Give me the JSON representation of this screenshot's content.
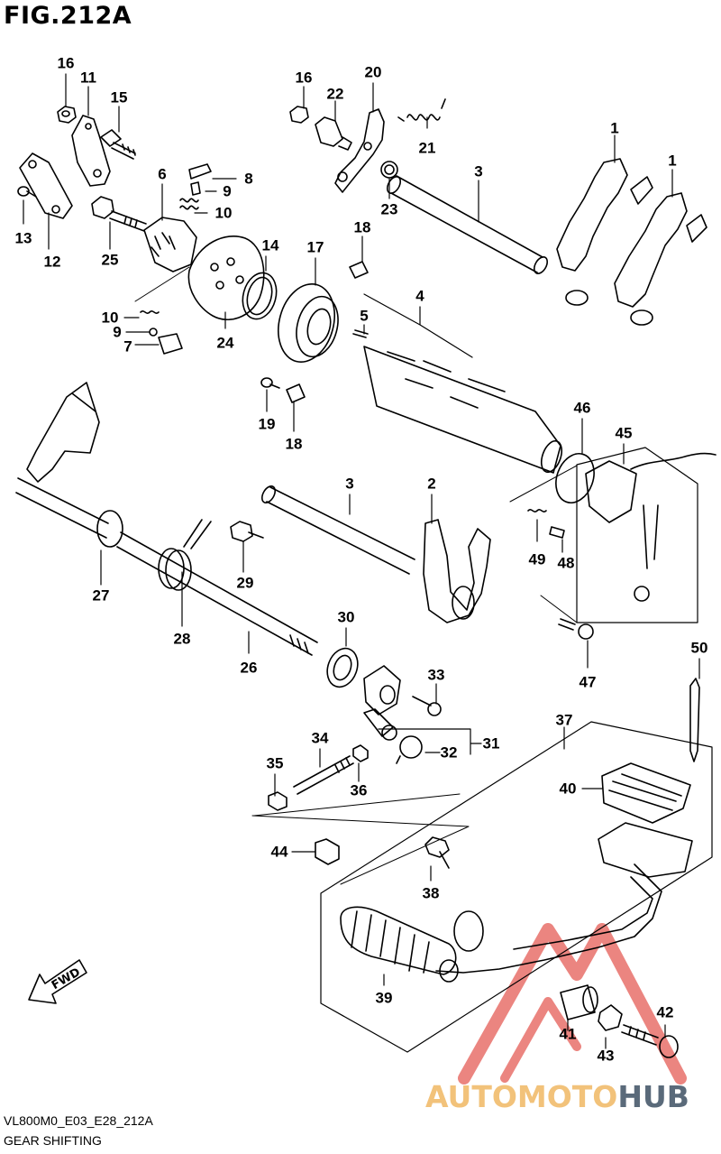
{
  "figure": {
    "title": "FIG.212A",
    "code": "VL800M0_E03_E28_212A",
    "name": "GEAR SHIFTING",
    "fwd_label": "FWD"
  },
  "watermark": {
    "part1": "AUTOMOTO",
    "part2": "HUB",
    "color_primary": "#f2c27a",
    "color_secondary": "#5a6a7a",
    "logo_color": "#e8706a"
  },
  "callouts": [
    {
      "id": "c16a",
      "label": "16"
    },
    {
      "id": "c11",
      "label": "11"
    },
    {
      "id": "c15",
      "label": "15"
    },
    {
      "id": "c16b",
      "label": "16"
    },
    {
      "id": "c22",
      "label": "22"
    },
    {
      "id": "c20",
      "label": "20"
    },
    {
      "id": "c21",
      "label": "21"
    },
    {
      "id": "c1a",
      "label": "1"
    },
    {
      "id": "c1b",
      "label": "1"
    },
    {
      "id": "c3a",
      "label": "3"
    },
    {
      "id": "c6",
      "label": "6"
    },
    {
      "id": "c8",
      "label": "8"
    },
    {
      "id": "c9a",
      "label": "9"
    },
    {
      "id": "c10a",
      "label": "10"
    },
    {
      "id": "c23",
      "label": "23"
    },
    {
      "id": "c18a",
      "label": "18"
    },
    {
      "id": "c13",
      "label": "13"
    },
    {
      "id": "c12",
      "label": "12"
    },
    {
      "id": "c25",
      "label": "25"
    },
    {
      "id": "c14",
      "label": "14"
    },
    {
      "id": "c17",
      "label": "17"
    },
    {
      "id": "c4",
      "label": "4"
    },
    {
      "id": "c5",
      "label": "5"
    },
    {
      "id": "c10b",
      "label": "10"
    },
    {
      "id": "c9b",
      "label": "9"
    },
    {
      "id": "c7",
      "label": "7"
    },
    {
      "id": "c24",
      "label": "24"
    },
    {
      "id": "c19",
      "label": "19"
    },
    {
      "id": "c18b",
      "label": "18"
    },
    {
      "id": "c46",
      "label": "46"
    },
    {
      "id": "c45",
      "label": "45"
    },
    {
      "id": "c3b",
      "label": "3"
    },
    {
      "id": "c2",
      "label": "2"
    },
    {
      "id": "c49",
      "label": "49"
    },
    {
      "id": "c48",
      "label": "48"
    },
    {
      "id": "c27",
      "label": "27"
    },
    {
      "id": "c29",
      "label": "29"
    },
    {
      "id": "c28",
      "label": "28"
    },
    {
      "id": "c26",
      "label": "26"
    },
    {
      "id": "c30",
      "label": "30"
    },
    {
      "id": "c47",
      "label": "47"
    },
    {
      "id": "c50",
      "label": "50"
    },
    {
      "id": "c33",
      "label": "33"
    },
    {
      "id": "c37",
      "label": "37"
    },
    {
      "id": "c34",
      "label": "34"
    },
    {
      "id": "c31",
      "label": "31"
    },
    {
      "id": "c32",
      "label": "32"
    },
    {
      "id": "c35",
      "label": "35"
    },
    {
      "id": "c36",
      "label": "36"
    },
    {
      "id": "c40",
      "label": "40"
    },
    {
      "id": "c44",
      "label": "44"
    },
    {
      "id": "c38",
      "label": "38"
    },
    {
      "id": "c39",
      "label": "39"
    },
    {
      "id": "c42",
      "label": "42"
    },
    {
      "id": "c41",
      "label": "41"
    },
    {
      "id": "c43",
      "label": "43"
    }
  ]
}
